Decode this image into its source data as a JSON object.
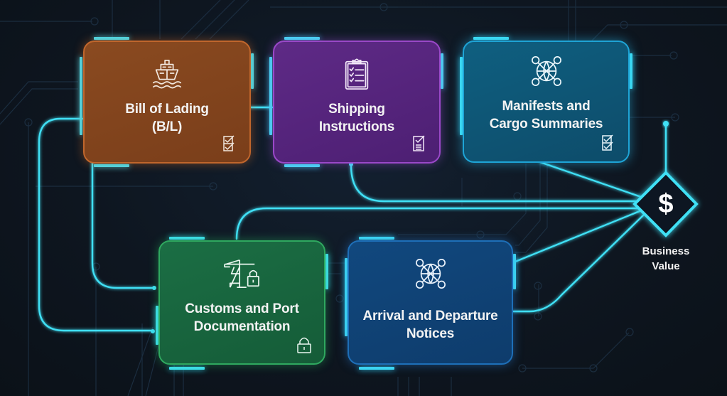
{
  "diagram": {
    "nodes": [
      {
        "id": "bill-of-lading",
        "title": "Bill of Lading\n(B/L)",
        "icon": "ship-icon",
        "corner_icon": "double-checkbox-icon",
        "color": "#7f431c"
      },
      {
        "id": "shipping-instructions",
        "title": "Shipping\nInstructions",
        "icon": "clipboard-checklist-icon",
        "corner_icon": "checklist-doc-icon",
        "color": "#55227c"
      },
      {
        "id": "manifests",
        "title": "Manifests and\nCargo Summaries",
        "icon": "globe-network-icon",
        "corner_icon": "double-checkbox-icon",
        "color": "#0e5675"
      },
      {
        "id": "customs",
        "title": "Customs and Port\nDocumentation",
        "icon": "crane-lock-icon",
        "corner_icon": "padlock-icon",
        "color": "#186540"
      },
      {
        "id": "arrival-departure",
        "title": "Arrival and Departure\nNotices",
        "icon": "globe-network-icon",
        "corner_icon": "",
        "color": "#0f4275"
      }
    ],
    "hub": {
      "id": "business-value",
      "symbol": "$",
      "label": "Business\nValue",
      "icon": "dollar-diamond-icon",
      "color": "#3fe0f5"
    },
    "connector_color": "#3fe0f5",
    "background_color": "#0e1620"
  }
}
